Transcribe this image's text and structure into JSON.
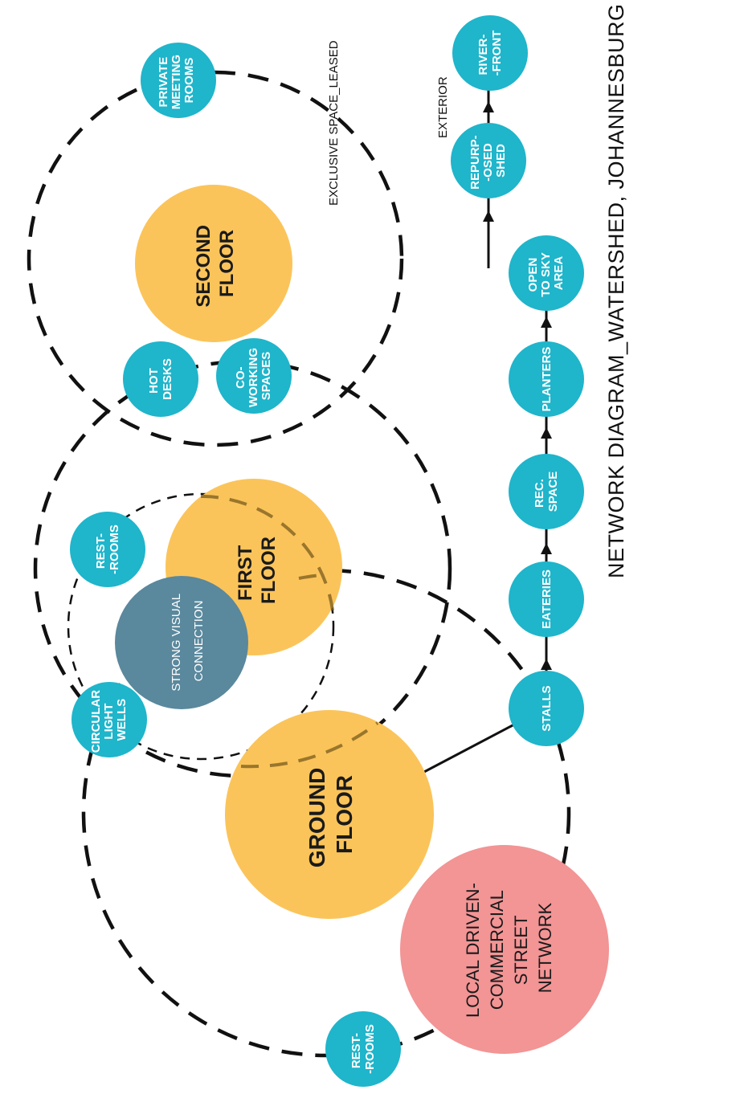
{
  "title": "NETWORK DIAGRAM_WATERSHED, JOHANNESBURG",
  "annotations": {
    "exclusive": "EXCLUSIVE SPACE_LEASED",
    "exterior": "EXTERIOR"
  },
  "colors": {
    "node": "#1fb5cb",
    "floor": "#fbc45a",
    "street": "#f39495",
    "visual": "#5a889d",
    "line": "#111111"
  },
  "nodes": {
    "private_meeting_rooms": [
      "PRIVATE",
      "MEETING",
      "ROOMS"
    ],
    "second_floor": [
      "SECOND",
      "FLOOR"
    ],
    "hot_desks": [
      "HOT",
      "DESKS"
    ],
    "coworking": [
      "CO-",
      "WORKING",
      "SPACES"
    ],
    "first_floor": [
      "FIRST",
      "FLOOR"
    ],
    "restrooms_top": [
      "REST-",
      "-ROOMS"
    ],
    "strong_visual": [
      "STRONG VISUAL",
      "CONNECTION"
    ],
    "light_wells": [
      "CIRCULAR",
      "LIGHT",
      "WELLS"
    ],
    "ground_floor": [
      "GROUND",
      "FLOOR"
    ],
    "street_network": [
      "LOCAL DRIVEN-",
      "COMMERCIAL",
      "STREET",
      "NETWORK"
    ],
    "restrooms_bottom": [
      "REST-",
      "-ROOMS"
    ]
  },
  "flow": [
    {
      "id": "stalls",
      "lines": [
        "STALLS"
      ]
    },
    {
      "id": "eateries",
      "lines": [
        "EATERIES"
      ]
    },
    {
      "id": "rec_space",
      "lines": [
        "REC.",
        "SPACE"
      ]
    },
    {
      "id": "planters",
      "lines": [
        "PLANTERS"
      ]
    },
    {
      "id": "open_sky",
      "lines": [
        "OPEN",
        "TO SKY",
        "AREA"
      ]
    }
  ],
  "exterior_flow": [
    {
      "id": "repurposed_shed",
      "lines": [
        "REPURP-",
        "-OSED",
        "SHED"
      ]
    },
    {
      "id": "riverfront",
      "lines": [
        "RIVER-",
        "-FRONT"
      ]
    }
  ]
}
